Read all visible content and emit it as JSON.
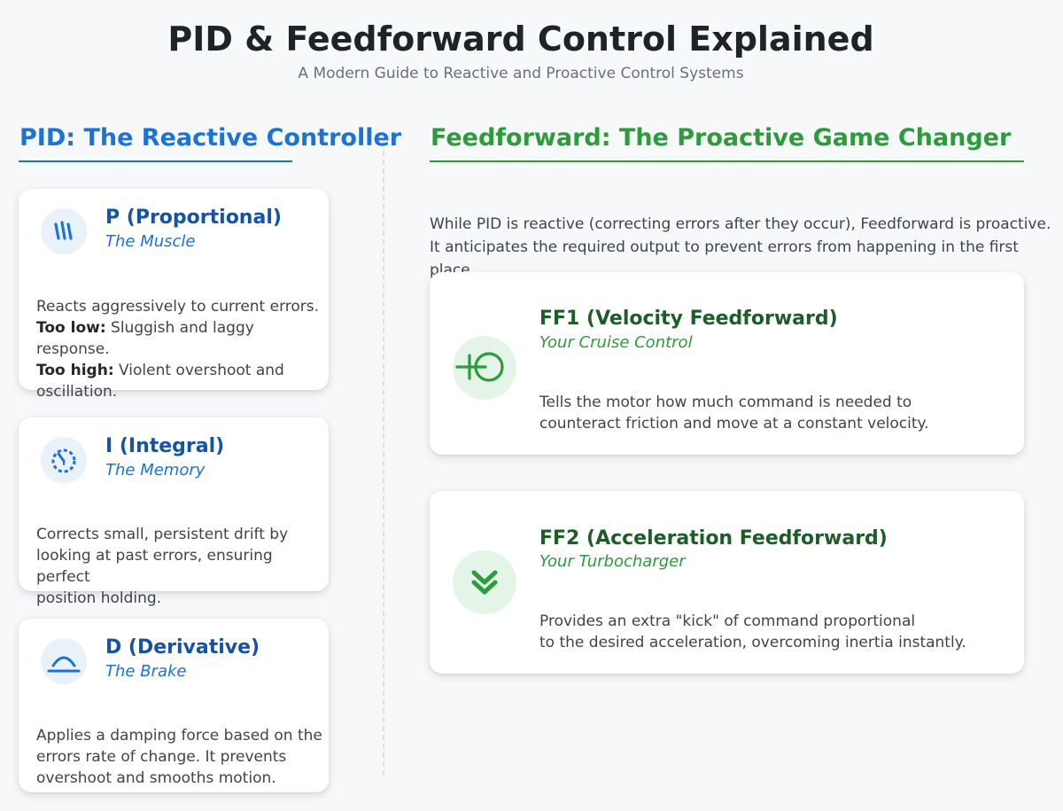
{
  "header": {
    "title": "PID & Feedforward Control Explained",
    "subtitle": "A Modern Guide to Reactive and Proactive Control Systems"
  },
  "colors": {
    "pid_accent": "#1a73d9",
    "ff_accent": "#2c9b3c",
    "pid_title": "#1553a8",
    "ff_title": "#1d5d27"
  },
  "pid": {
    "heading": "PID: The Reactive Controller",
    "p": {
      "icon": "muscle-strokes-icon",
      "title": "P (Proportional)",
      "subtitle": "The Muscle",
      "line1": "Reacts aggressively to current errors.",
      "low_label": "Too low:",
      "low_text": " Sluggish and laggy response.",
      "high_label": "Too high:",
      "high_text": " Violent overshoot and oscillation."
    },
    "i": {
      "icon": "timer-icon",
      "title": "I (Integral)",
      "subtitle": "The Memory",
      "line1": "Corrects small, persistent drift by",
      "line2": "looking at past errors, ensuring perfect",
      "line3": "position holding."
    },
    "d": {
      "icon": "brake-dome-icon",
      "title": "D (Derivative)",
      "subtitle": "The Brake",
      "line1": "Applies a damping force based on the",
      "line2": "errors rate of change. It prevents",
      "line3": "overshoot and smooths motion."
    }
  },
  "ff": {
    "heading": "Feedforward: The Proactive Game Changer",
    "intro_line1": "While PID is reactive (correcting errors after they occur), Feedforward is proactive.",
    "intro_line2": "It anticipates the required output to prevent errors from happening in the first place.",
    "ff1": {
      "icon": "cruise-control-icon",
      "title": "FF1 (Velocity Feedforward)",
      "subtitle": "Your Cruise Control",
      "line1": "Tells the motor how much command is needed to",
      "line2": "counteract friction and move at a constant velocity."
    },
    "ff2": {
      "icon": "double-chevron-down-icon",
      "title": "FF2 (Acceleration Feedforward)",
      "subtitle": "Your Turbocharger",
      "line1": "Provides an extra \"kick\" of command proportional",
      "line2": "to the desired acceleration, overcoming inertia instantly."
    }
  }
}
